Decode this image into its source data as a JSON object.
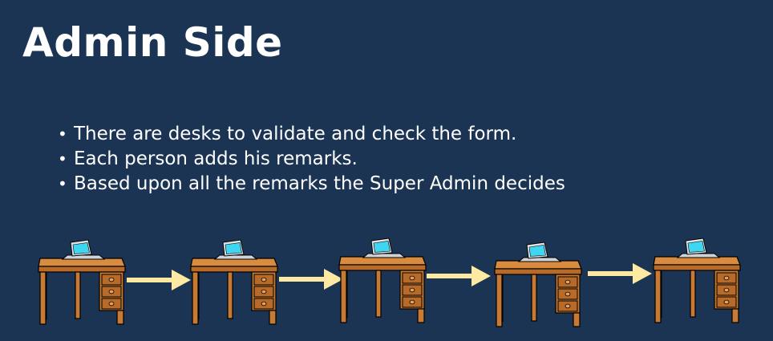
{
  "slide": {
    "title": "Admin Side",
    "bullets": [
      "There are desks to validate and check the form.",
      "Each person adds his remarks.",
      "Based upon all the remarks the Super Admin decides"
    ]
  },
  "desk_flow": {
    "desk_count": 5,
    "arrow_count": 4,
    "icons": [
      "desk-with-laptop-icon",
      "arrow-right-icon"
    ]
  },
  "colors": {
    "background": "#1c3453",
    "text": "#ffffff",
    "arrow": "#fde9a2",
    "desk_top": "#c77a33",
    "desk_body": "#b86a28",
    "laptop_screen": "#3fd6f2"
  }
}
